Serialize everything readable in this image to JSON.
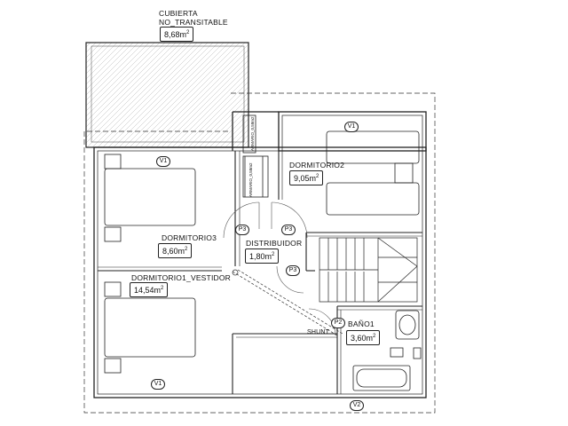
{
  "rooms": {
    "cubierta": {
      "name_line1": "CUBIERTA",
      "name_line2": "NO_TRANSITABLE",
      "area": "8,68",
      "unit": "m",
      "exp": "2"
    },
    "dormitorio2": {
      "name": "DORMITORIO2",
      "area": "9,05",
      "unit": "m",
      "exp": "2"
    },
    "dormitorio3": {
      "name": "DORMITORIO3",
      "area": "8,60",
      "unit": "m",
      "exp": "2"
    },
    "distribuidor": {
      "name": "DISTRIBUIDOR",
      "area": "1,80",
      "unit": "m",
      "exp": "2"
    },
    "dormitorio1": {
      "name": "DORMITORIO1_VESTIDOR",
      "area": "14,54",
      "unit": "m",
      "exp": "2"
    },
    "bano1": {
      "name": "BAÑO1",
      "area": "3,60",
      "unit": "m",
      "exp": "2"
    }
  },
  "labels": {
    "shunt": "SHUNT",
    "armario_top": "ARMARIO_0,58m2",
    "armario_bottom": "ARMARIO_0,58m2"
  },
  "tags": {
    "v1_top": "V1",
    "v1_left": "V1",
    "v1_bottom": "V1",
    "v2": "V2",
    "p3_left": "P3",
    "p3_right": "P3",
    "p3_lower": "P3",
    "p2": "P2"
  }
}
